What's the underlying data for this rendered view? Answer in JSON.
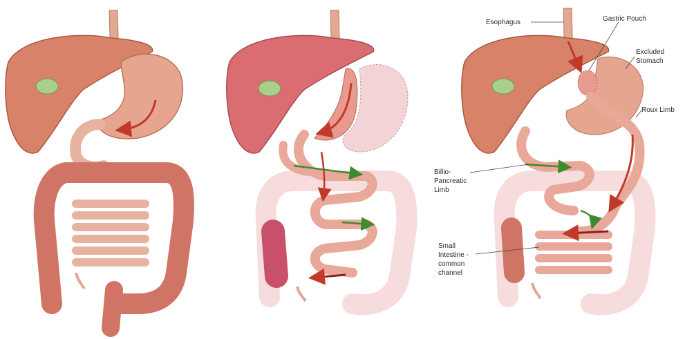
{
  "panels": {
    "left": {
      "caption": ""
    },
    "middle": {
      "caption": ""
    },
    "right": {
      "labels": {
        "esophagus": "Esophagus",
        "gastric_pouch": "Gastric Pouch",
        "excluded_stomach_1": "Excluded",
        "excluded_stomach_2": "Stomach",
        "roux_limb": "Roux Limb",
        "bp_limb_1": "Billio-",
        "bp_limb_2": "Pancreatic",
        "bp_limb_3": "Limb",
        "common_1": "Small",
        "common_2": "Intestine -",
        "common_3": "common",
        "common_4": "channel"
      }
    }
  },
  "colors": {
    "liver": "#d9826a",
    "liver_dark": "#b85e48",
    "stomach": "#e6a58e",
    "colon": "#d07466",
    "colon_faded": "#f6dcdc",
    "small_int": "#e8b2a0",
    "gallbladder": "#a8d08a",
    "arrow_red": "#c0392b",
    "arrow_green": "#3d8b2f",
    "pink_colon": "#c9506a"
  }
}
